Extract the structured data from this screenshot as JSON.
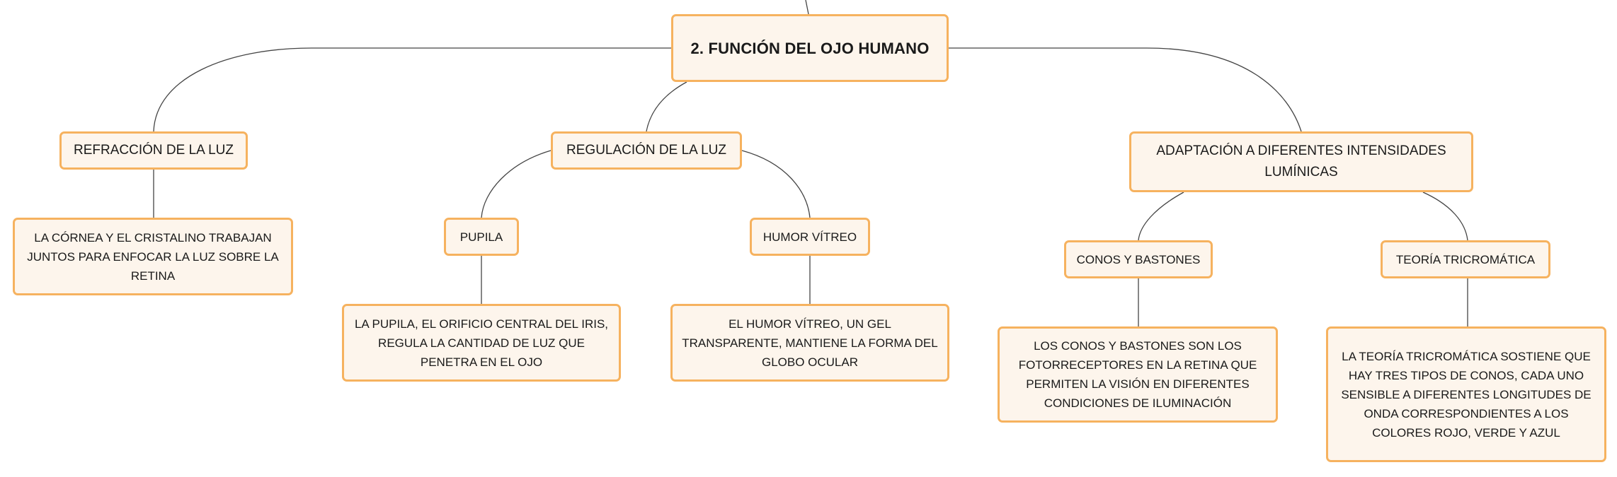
{
  "colors": {
    "node_fill": "#fdf5ec",
    "node_border": "#f6b25f",
    "connector": "#444444",
    "text": "#1a1a1a"
  },
  "root": {
    "label": "2. FUNCIÓN DEL OJO HUMANO"
  },
  "branches": [
    {
      "label": "REFRACCIÓN DE LA LUZ",
      "detail": "LA CÓRNEA Y EL CRISTALINO TRABAJAN JUNTOS PARA ENFOCAR LA LUZ SOBRE LA RETINA"
    },
    {
      "label": "REGULACIÓN DE LA LUZ",
      "children": [
        {
          "label": "PUPILA",
          "detail": "LA PUPILA, EL ORIFICIO CENTRAL DEL IRIS, REGULA LA CANTIDAD DE LUZ QUE PENETRA EN EL OJO"
        },
        {
          "label": "HUMOR VÍTREO",
          "detail": "EL HUMOR VÍTREO, UN GEL TRANSPARENTE, MANTIENE LA FORMA DEL GLOBO OCULAR"
        }
      ]
    },
    {
      "label": "ADAPTACIÓN A DIFERENTES INTENSIDADES LUMÍNICAS",
      "children": [
        {
          "label": "CONOS Y BASTONES",
          "detail": "LOS CONOS Y BASTONES SON LOS FOTORRECEPTORES EN LA RETINA QUE PERMITEN LA VISIÓN EN DIFERENTES CONDICIONES DE ILUMINACIÓN"
        },
        {
          "label": "TEORÍA TRICROMÁTICA",
          "detail": "LA TEORÍA TRICROMÁTICA SOSTIENE QUE HAY TRES TIPOS DE CONOS, CADA UNO SENSIBLE A DIFERENTES LONGITUDES DE ONDA CORRESPONDIENTES A LOS COLORES ROJO, VERDE Y AZUL"
        }
      ]
    }
  ]
}
